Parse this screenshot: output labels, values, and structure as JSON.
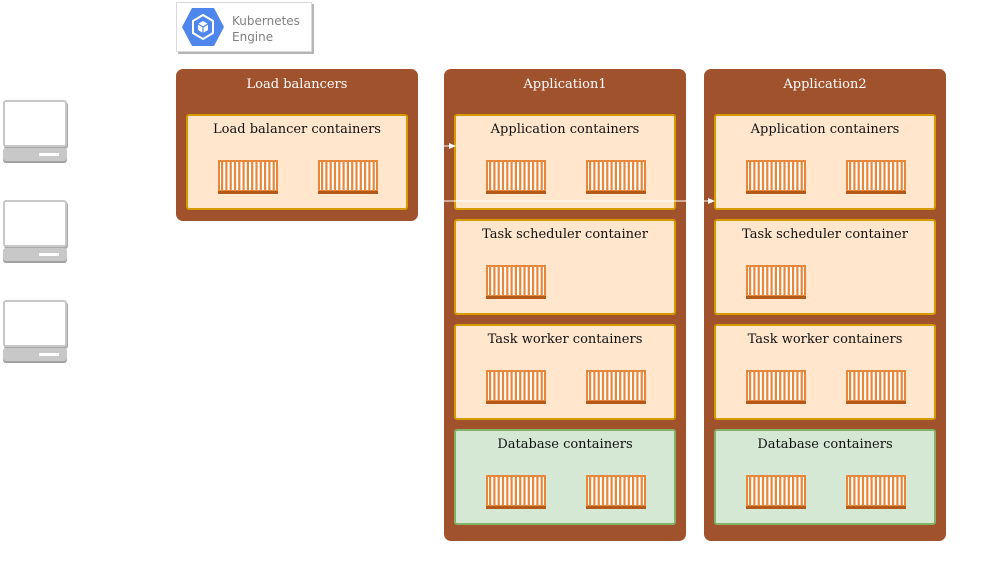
{
  "kubernetes": {
    "line1": "Kubernetes",
    "line2": "Engine",
    "icon": "kubernetes-engine-icon",
    "color": "#4f86ec"
  },
  "clients": [
    {
      "icon": "laptop-icon"
    },
    {
      "icon": "laptop-icon"
    },
    {
      "icon": "laptop-icon"
    }
  ],
  "panels": {
    "load_balancers": {
      "title": "Load balancers",
      "groups": [
        {
          "title": "Load balancer containers",
          "containers": 2
        }
      ]
    },
    "application1": {
      "title": "Application1",
      "groups": [
        {
          "title": "Application containers",
          "containers": 2
        },
        {
          "title": "Task scheduler container",
          "containers": 1
        },
        {
          "title": "Task worker containers",
          "containers": 2
        },
        {
          "title": "Database containers",
          "containers": 2
        }
      ]
    },
    "application2": {
      "title": "Application2",
      "groups": [
        {
          "title": "Application containers",
          "containers": 2
        },
        {
          "title": "Task scheduler container",
          "containers": 1
        },
        {
          "title": "Task worker containers",
          "containers": 2
        },
        {
          "title": "Database containers",
          "containers": 2
        }
      ]
    }
  },
  "colors": {
    "panel": "#a0522d",
    "group_fill": "#ffe6cc",
    "group_border": "#d79b00",
    "db_fill": "#d5e8d4",
    "db_border": "#82b366",
    "container": "#e8863a",
    "arrow": "#ffffff"
  }
}
